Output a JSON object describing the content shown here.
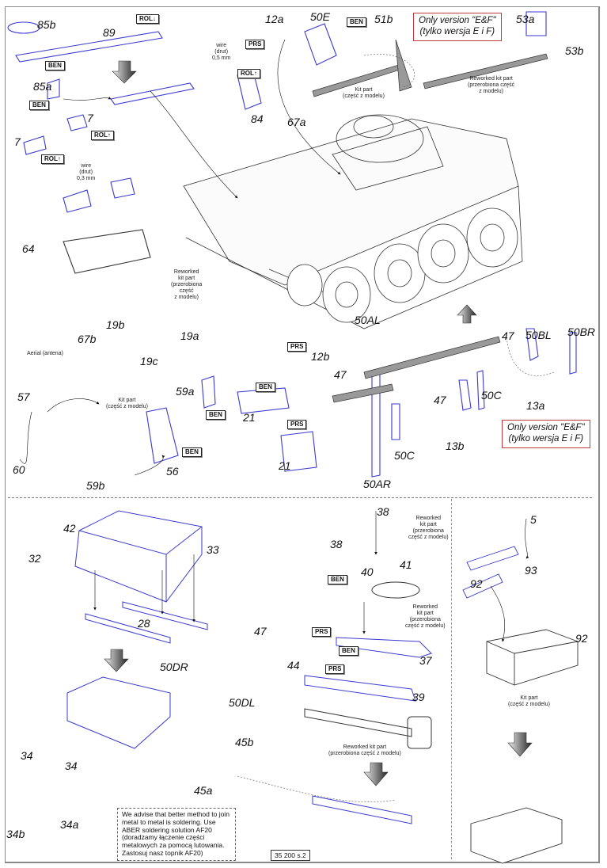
{
  "document": {
    "page_label": "35 200 s.2",
    "accent_colors": {
      "part_outline": "#3a3ad0",
      "bend_arrow": "#d42020",
      "press_arrow": "#2a9a2a",
      "version_box_border": "#c0393b"
    }
  },
  "part_labels": {
    "p85b": "85b",
    "p89": "89",
    "p85a": "85a",
    "p7a": "7",
    "p7b": "7",
    "p12a": "12a",
    "p50E": "50E",
    "p51b": "51b",
    "p53a": "53a",
    "p53b": "53b",
    "p84": "84",
    "p67a": "67a",
    "p64": "64",
    "p67b": "67b",
    "p19b": "19b",
    "p19a": "19a",
    "p19c": "19c",
    "p57": "57",
    "p60": "60",
    "p59a": "59a",
    "p56": "56",
    "p59b": "59b",
    "p21a": "21",
    "p21b": "21",
    "p50AL": "50AL",
    "p12b": "12b",
    "p47a": "47",
    "p50AR": "50AR",
    "p50Ca": "50C",
    "p47b": "47",
    "p50BL": "50BL",
    "p50BR": "50BR",
    "p13a": "13a",
    "p47c": "47",
    "p50Cb": "50C",
    "p13b": "13b",
    "p42": "42",
    "p32": "32",
    "p33": "33",
    "p28": "28",
    "p47d": "47",
    "p50DR": "50DR",
    "p50DL": "50DL",
    "p44": "44",
    "p45b": "45b",
    "p45a": "45a",
    "p34a_": "34",
    "p34b_": "34",
    "p34a": "34a",
    "p34b": "34b",
    "p38a": "38",
    "p38b": "38",
    "p40": "40",
    "p41": "41",
    "p37": "37",
    "p39": "39",
    "p5": "5",
    "p93": "93",
    "p92a": "92",
    "p92b": "92"
  },
  "tags": {
    "ben": "BEN",
    "prs": "PRS",
    "rol_down": "ROL↓",
    "rol_up": "ROL↑"
  },
  "notes": {
    "wire05": "wire\n(drut)\n0,5 mm",
    "wire03": "wire\n(drut)\n0,3 mm",
    "kit_part": "Kit part\n(część z modelu)",
    "reworked_kit_part": "Reworked kit part\n(przerobiona część\nz modelu)",
    "reworked_tall": "Reworked\nkit part\n(przerobiona\nczęść\nz modelu)",
    "aerial": "Aerial (antena)",
    "reworked_38": "Reworked\nkit part\n(przerobiona\nczęść z modelu)",
    "reworked_37": "Reworked\nkit part\n(przerobiona\nczęść z modelu)",
    "reworked_wide": "Reworked kit part\n(przerobiona część z modelu)",
    "kit_part_crate": "Kit part\n(część z modelu)"
  },
  "version_boxes": [
    {
      "line1": "Only version \"E&F\"",
      "line2": "(tylko wersja E i F)"
    },
    {
      "line1": "Only version \"E&F\"",
      "line2": "(tylko wersja E i F)"
    }
  ],
  "advice": {
    "text": "We advise that better method to join metal to metal is soldering. Use ABER soldering solution AF20 (doradzamy łączenie części metalowych za pomocą lutowania. Zastosuj nasz topnik AF20)"
  }
}
